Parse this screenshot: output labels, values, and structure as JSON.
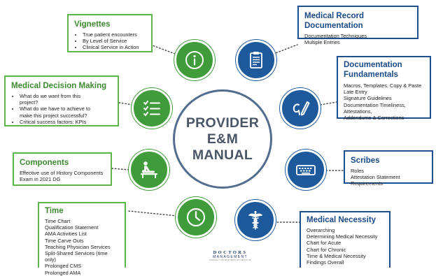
{
  "center": {
    "lines": [
      "PROVIDER",
      "E&M",
      "MANUAL"
    ]
  },
  "vignettes": {
    "title": "Vignettes",
    "items": [
      "True patient encounters",
      "By Level of Service",
      "Clinical Service in Action"
    ]
  },
  "mdm": {
    "title": "Medical Decision Making",
    "items": [
      "What do we want from this project?",
      "What do we have to achieve to make this project successful?",
      "Critical success factors: KPIs"
    ]
  },
  "components": {
    "title": "Components",
    "lines": [
      "Effective use of History Components",
      "Exam in 2021 DG"
    ]
  },
  "time": {
    "title": "Time",
    "lines": [
      "Time Chart",
      "Qualification Statement",
      "AMA Activities List",
      "Time Carve Outs",
      "Teaching Physician Services",
      "Split-Shared Services (time only)",
      "Prolonged CMS",
      "Prolonged AMA"
    ]
  },
  "record": {
    "title": "Medical Record Documentation",
    "lines": [
      "Documentation Techniques",
      "Multiple Entries"
    ]
  },
  "fundamentals": {
    "title_lines": [
      "Documentation",
      "Fundamentals"
    ],
    "lines": [
      "Macros, Templates, Copy & Paste",
      "Late Entry",
      "Signature Guidelines",
      "Documentation Timeliness,",
      "Attestations,",
      "Addendums & Corrections"
    ]
  },
  "scribes": {
    "title": "Scribes",
    "lines": [
      "Roles",
      "Attestation Statement Requirements"
    ]
  },
  "necessity": {
    "title": "Medical Necessity",
    "lines": [
      "Overarching",
      "Determining Medical Necessity",
      "Chart for Acute",
      "Chart for Chronic",
      "Time & Medical Necessity",
      "Findings Overall"
    ]
  },
  "logo": {
    "name": "DOCTORS",
    "sub": "MANAGEMENT",
    "tagline": "LEADING THE BUSINESS OF MEDICINE"
  },
  "icons": [
    "info-icon",
    "clipboard-icon",
    "checklist-icon",
    "pen-signature-icon",
    "physical-exam-icon",
    "keyboard-icon",
    "clock-icon",
    "caduceus-icon"
  ],
  "colors": {
    "green": "#409c3a",
    "blue": "#1e5a9b",
    "center_ring": "#536d8e",
    "box_green": "#5cb848",
    "box_blue": "#1e4f8e"
  }
}
